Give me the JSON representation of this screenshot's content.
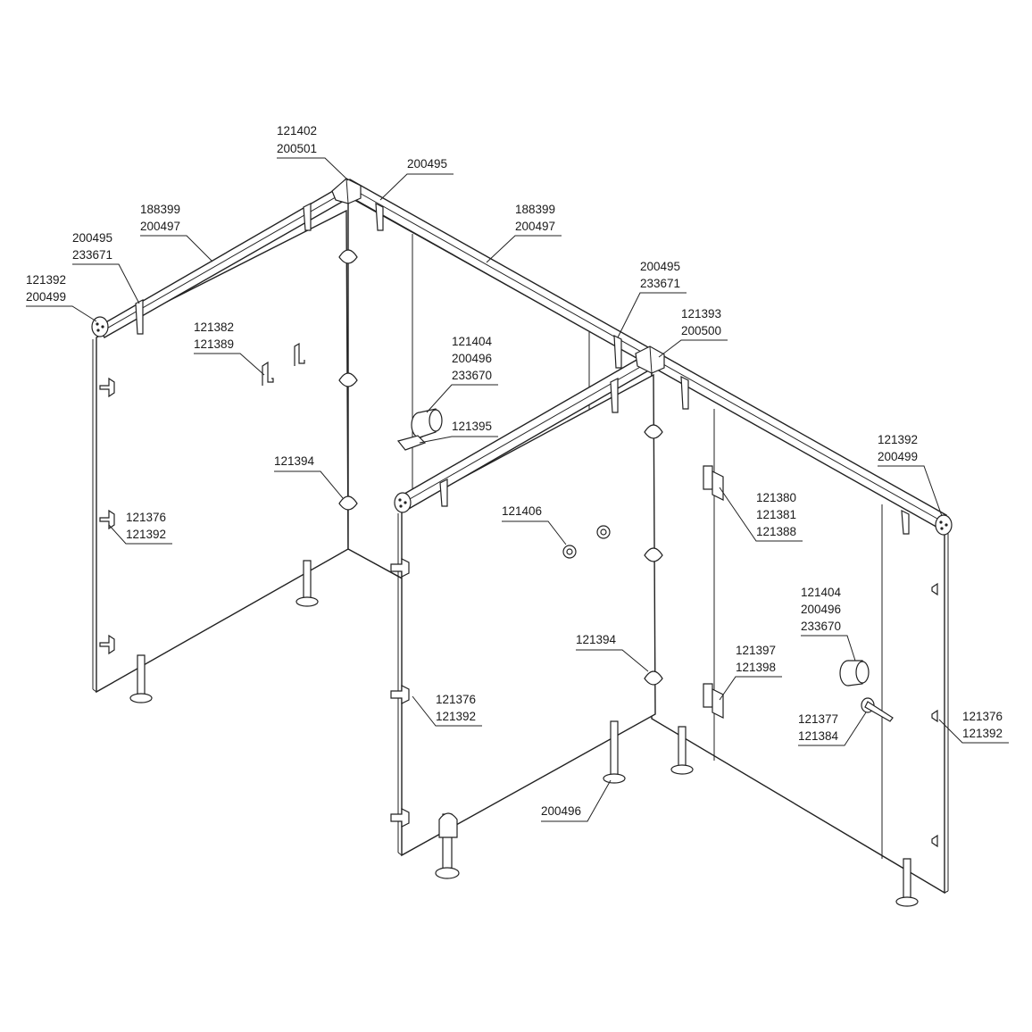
{
  "callouts": [
    {
      "id": "top-corner",
      "lines": [
        "121402",
        "200501"
      ]
    },
    {
      "id": "top-right-clip",
      "lines": [
        "200495"
      ]
    },
    {
      "id": "left-rail",
      "lines": [
        "188399",
        "200497"
      ]
    },
    {
      "id": "left-clip",
      "lines": [
        "200495",
        "233671"
      ]
    },
    {
      "id": "left-end",
      "lines": [
        "121392",
        "200499"
      ]
    },
    {
      "id": "hooks-left",
      "lines": [
        "121382",
        "121389"
      ]
    },
    {
      "id": "right-rail",
      "lines": [
        "188399",
        "200497"
      ]
    },
    {
      "id": "mid-clip",
      "lines": [
        "200495",
        "233671"
      ]
    },
    {
      "id": "tee-joint",
      "lines": [
        "121393",
        "200500"
      ]
    },
    {
      "id": "bumper-left",
      "lines": [
        "121404",
        "200496",
        "233670"
      ]
    },
    {
      "id": "latch-left",
      "lines": [
        "121395"
      ]
    },
    {
      "id": "bracket-left",
      "lines": [
        "121394"
      ]
    },
    {
      "id": "wall-bracket-left",
      "lines": [
        "121376",
        "121392"
      ]
    },
    {
      "id": "right-end",
      "lines": [
        "121392",
        "200499"
      ]
    },
    {
      "id": "coat-hook",
      "lines": [
        "121406"
      ]
    },
    {
      "id": "hinge-top",
      "lines": [
        "121380",
        "121381",
        "121388"
      ]
    },
    {
      "id": "bumper-right",
      "lines": [
        "121404",
        "200496",
        "233670"
      ]
    },
    {
      "id": "bracket-mid",
      "lines": [
        "121394"
      ]
    },
    {
      "id": "hinge-bottom",
      "lines": [
        "121397",
        "121398"
      ]
    },
    {
      "id": "wall-bracket-mid",
      "lines": [
        "121376",
        "121392"
      ]
    },
    {
      "id": "latch-right",
      "lines": [
        "121377",
        "121384"
      ]
    },
    {
      "id": "wall-bracket-right",
      "lines": [
        "121376",
        "121392"
      ]
    },
    {
      "id": "foot",
      "lines": [
        "200496"
      ]
    }
  ]
}
